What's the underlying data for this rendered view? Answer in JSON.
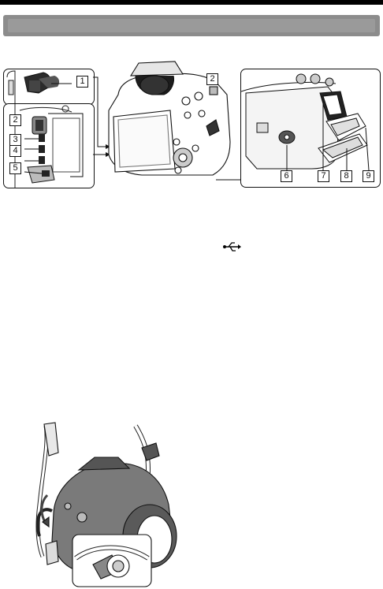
{
  "callouts": {
    "c1": "1",
    "c2a": "2",
    "c2b": "2",
    "c3": "3",
    "c4": "4",
    "c5": "5",
    "c6": "6",
    "c7": "7",
    "c8": "8",
    "c9": "9"
  },
  "icons": {
    "usb": "usb-icon"
  }
}
